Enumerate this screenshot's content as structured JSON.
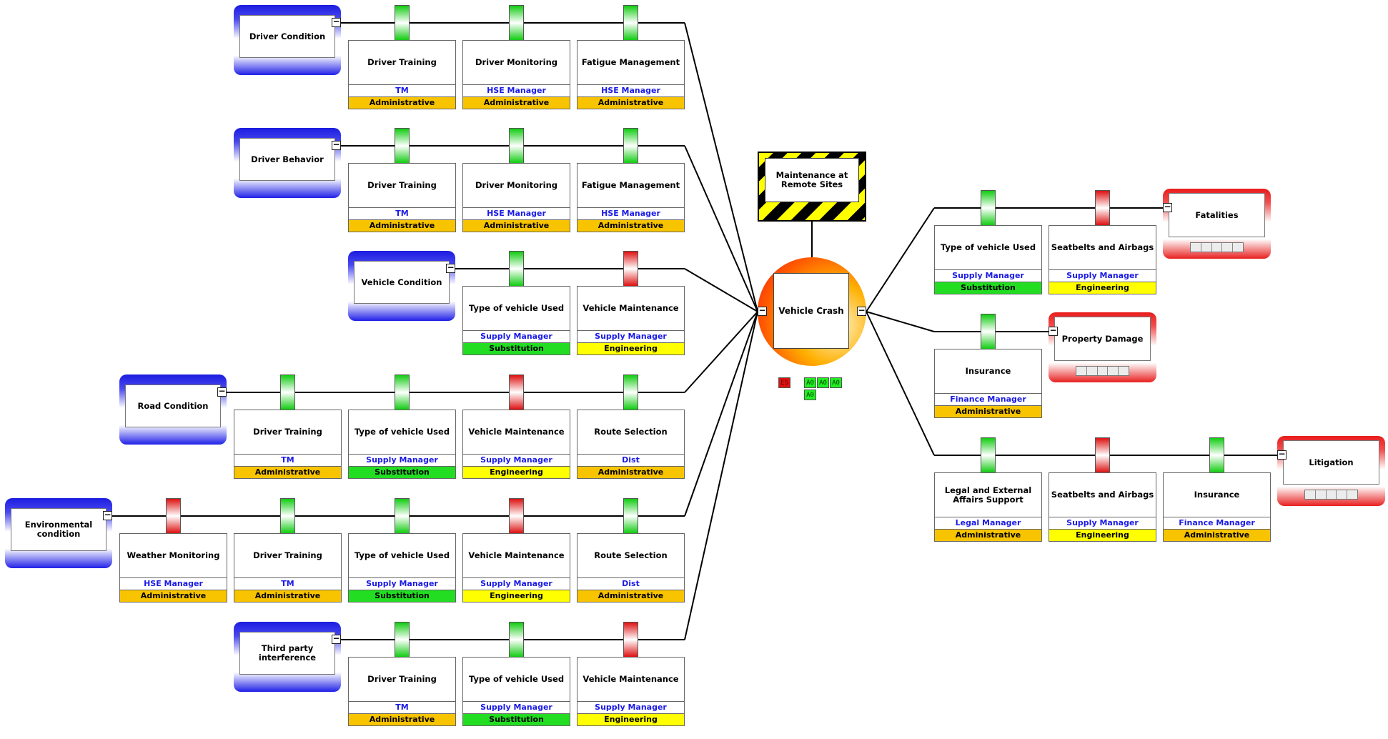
{
  "hazard": {
    "label": "Maintenance at Remote Sites"
  },
  "top_event": {
    "label": "Vehicle Crash"
  },
  "badges": {
    "red": "ES",
    "green": [
      "A0",
      "A0",
      "A0",
      "A0"
    ]
  },
  "colors": {
    "threat": "#1c1ce0",
    "consequence": "#e81c1c",
    "administrative": "#f8c400",
    "substitution": "#22dd22",
    "engineering": "#ffff00",
    "owner_text": "#1a1ae6",
    "indicator_effective": "#11cc11",
    "indicator_ineffective": "#dd1111"
  },
  "threats": [
    {
      "label": "Driver Condition",
      "barriers": [
        {
          "name": "Driver Training",
          "owner": "TM",
          "type": "Administrative",
          "status": "green"
        },
        {
          "name": "Driver Monitoring",
          "owner": "HSE Manager",
          "type": "Administrative",
          "status": "green"
        },
        {
          "name": "Fatigue Management",
          "owner": "HSE Manager",
          "type": "Administrative",
          "status": "green"
        }
      ]
    },
    {
      "label": "Driver Behavior",
      "barriers": [
        {
          "name": "Driver Training",
          "owner": "TM",
          "type": "Administrative",
          "status": "green"
        },
        {
          "name": "Driver Monitoring",
          "owner": "HSE Manager",
          "type": "Administrative",
          "status": "green"
        },
        {
          "name": "Fatigue Management",
          "owner": "HSE Manager",
          "type": "Administrative",
          "status": "green"
        }
      ]
    },
    {
      "label": "Vehicle Condition",
      "barriers": [
        {
          "name": "Type of vehicle Used",
          "owner": "Supply Manager",
          "type": "Substitution",
          "status": "green"
        },
        {
          "name": "Vehicle Maintenance",
          "owner": "Supply Manager",
          "type": "Engineering",
          "status": "red"
        }
      ]
    },
    {
      "label": "Road Condition",
      "barriers": [
        {
          "name": "Driver Training",
          "owner": "TM",
          "type": "Administrative",
          "status": "green"
        },
        {
          "name": "Type of vehicle Used",
          "owner": "Supply Manager",
          "type": "Substitution",
          "status": "green"
        },
        {
          "name": "Vehicle Maintenance",
          "owner": "Supply Manager",
          "type": "Engineering",
          "status": "red"
        },
        {
          "name": "Route Selection",
          "owner": "Dist",
          "type": "Administrative",
          "status": "green"
        }
      ]
    },
    {
      "label": "Environmental condition",
      "barriers": [
        {
          "name": "Weather Monitoring",
          "owner": "HSE Manager",
          "type": "Administrative",
          "status": "red"
        },
        {
          "name": "Driver Training",
          "owner": "TM",
          "type": "Administrative",
          "status": "green"
        },
        {
          "name": "Type of vehicle Used",
          "owner": "Supply Manager",
          "type": "Substitution",
          "status": "green"
        },
        {
          "name": "Vehicle Maintenance",
          "owner": "Supply Manager",
          "type": "Engineering",
          "status": "red"
        },
        {
          "name": "Route Selection",
          "owner": "Dist",
          "type": "Administrative",
          "status": "green"
        }
      ]
    },
    {
      "label": "Third party interference",
      "barriers": [
        {
          "name": "Driver Training",
          "owner": "TM",
          "type": "Administrative",
          "status": "green"
        },
        {
          "name": "Type of vehicle Used",
          "owner": "Supply Manager",
          "type": "Substitution",
          "status": "green"
        },
        {
          "name": "Vehicle Maintenance",
          "owner": "Supply Manager",
          "type": "Engineering",
          "status": "red"
        }
      ]
    }
  ],
  "consequences": [
    {
      "label": "Fatalities",
      "barriers": [
        {
          "name": "Type of vehicle Used",
          "owner": "Supply Manager",
          "type": "Substitution",
          "status": "green"
        },
        {
          "name": "Seatbelts and Airbags",
          "owner": "Supply Manager",
          "type": "Engineering",
          "status": "red"
        }
      ]
    },
    {
      "label": "Property Damage",
      "barriers": [
        {
          "name": "Insurance",
          "owner": "Finance Manager",
          "type": "Administrative",
          "status": "green"
        }
      ]
    },
    {
      "label": "Litigation",
      "barriers": [
        {
          "name": "Legal and External Affairs Support",
          "owner": "Legal Manager",
          "type": "Administrative",
          "status": "green"
        },
        {
          "name": "Seatbelts and Airbags",
          "owner": "Supply Manager",
          "type": "Engineering",
          "status": "red"
        },
        {
          "name": "Insurance",
          "owner": "Finance Manager",
          "type": "Administrative",
          "status": "green"
        }
      ]
    }
  ]
}
